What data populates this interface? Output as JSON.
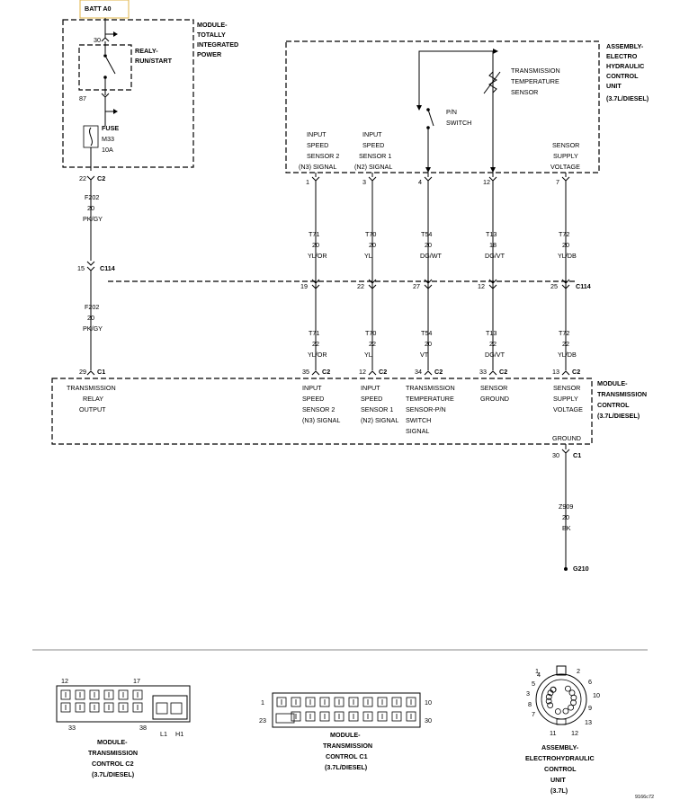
{
  "top": {
    "batt": "BATT A0",
    "tip_module": [
      "MODULE-",
      "TOTALLY",
      "INTEGRATED",
      "POWER"
    ],
    "relay": [
      "REALY-",
      "RUN/START"
    ],
    "pin30": "30",
    "pin87": "87",
    "fuse": [
      "FUSE",
      "M33",
      "10A"
    ],
    "conn_c2_pin": "22",
    "conn_c2": "C2",
    "wire1": [
      "F202",
      "20",
      "PK/GY"
    ],
    "c114_pin": "15",
    "c114": "C114",
    "wire2": [
      "F202",
      "20",
      "PK/GY"
    ],
    "c1_pin": "29",
    "c1": "C1"
  },
  "ehcu": {
    "label": [
      "ASSEMBLY-",
      "ELECTRO",
      "HYDRAULIC",
      "CONTROL",
      "UNIT",
      "(3.7L/DIESEL)"
    ],
    "temp_sensor": [
      "TRANSMISSION",
      "TEMPERATURE",
      "SENSOR"
    ],
    "pn_switch": [
      "P/N",
      "SWITCH"
    ],
    "signals": [
      {
        "lines": [
          "INPUT",
          "SPEED",
          "SENSOR 2",
          "(N3) SIGNAL"
        ]
      },
      {
        "lines": [
          "INPUT",
          "SPEED",
          "SENSOR 1",
          "(N2) SIGNAL"
        ]
      },
      {
        "lines": [
          "SENSOR",
          "SUPPLY",
          "VOLTAGE"
        ]
      }
    ]
  },
  "circuits": [
    {
      "ehcu_pin": "1",
      "w1": [
        "T71",
        "20",
        "YL/OR"
      ],
      "c114_pin": "19",
      "w2": [
        "T71",
        "22",
        "YL/OR"
      ],
      "tcm_pin": "35",
      "tcm_conn": "C2"
    },
    {
      "ehcu_pin": "3",
      "w1": [
        "T70",
        "20",
        "YL"
      ],
      "c114_pin": "22",
      "w2": [
        "T70",
        "22",
        "YL"
      ],
      "tcm_pin": "12",
      "tcm_conn": "C2"
    },
    {
      "ehcu_pin": "4",
      "w1": [
        "T54",
        "20",
        "DG/WT"
      ],
      "c114_pin": "27",
      "w2": [
        "T54",
        "20",
        "VT"
      ],
      "tcm_pin": "34",
      "tcm_conn": "C2"
    },
    {
      "ehcu_pin": "12",
      "w1": [
        "T13",
        "18",
        "DG/VT"
      ],
      "c114_pin": "12",
      "w2": [
        "T13",
        "22",
        "DG/VT"
      ],
      "tcm_pin": "33",
      "tcm_conn": "C2"
    },
    {
      "ehcu_pin": "7",
      "w1": [
        "T72",
        "20",
        "YL/DB"
      ],
      "c114_pin": "25",
      "w2": [
        "T72",
        "22",
        "YL/DB"
      ],
      "tcm_pin": "13",
      "tcm_conn": "C2"
    }
  ],
  "c114_label": "C114",
  "tcm": {
    "label": [
      "MODULE-",
      "TRANSMISSION",
      "CONTROL",
      "(3.7L/DIESEL)"
    ],
    "relay_output": [
      "TRANSMISSION",
      "RELAY",
      "OUTPUT"
    ],
    "inputs": [
      [
        "INPUT",
        "SPEED",
        "SENSOR 2",
        "(N3) SIGNAL"
      ],
      [
        "INPUT",
        "SPEED",
        "SENSOR 1",
        "(N2) SIGNAL"
      ],
      [
        "TRANSMISSION",
        "TEMPERATURE",
        "SENSOR-P/N",
        "SWITCH",
        "SIGNAL"
      ],
      [
        "SENSOR",
        "GROUND"
      ],
      [
        "SENSOR",
        "SUPPLY",
        "VOLTAGE"
      ]
    ],
    "ground": "GROUND",
    "gnd_pin": "30",
    "gnd_conn": "C1",
    "gnd_wire": [
      "Z909",
      "20",
      "BK"
    ],
    "gnd_point": "G210"
  },
  "connectors": {
    "c2": {
      "label": [
        "MODULE-",
        "TRANSMISSION",
        "CONTROL C2",
        "(3.7L/DIESEL)"
      ],
      "pins": [
        "12",
        "17",
        "33",
        "38",
        "L1",
        "H1"
      ]
    },
    "c1": {
      "label": [
        "MODULE-",
        "TRANSMISSION",
        "CONTROL C1",
        "(3.7L/DIESEL)"
      ],
      "pins": [
        "1",
        "10",
        "23",
        "30"
      ]
    },
    "round": {
      "label": [
        "ASSEMBLY-",
        "ELECTROHYDRAULIC",
        "CONTROL",
        "UNIT",
        "(3.7L)"
      ],
      "pins": [
        "1",
        "2",
        "6",
        "10",
        "9",
        "13",
        "12",
        "11",
        "7",
        "8",
        "3",
        "5",
        "4"
      ]
    }
  },
  "figure_code": "9166c72"
}
